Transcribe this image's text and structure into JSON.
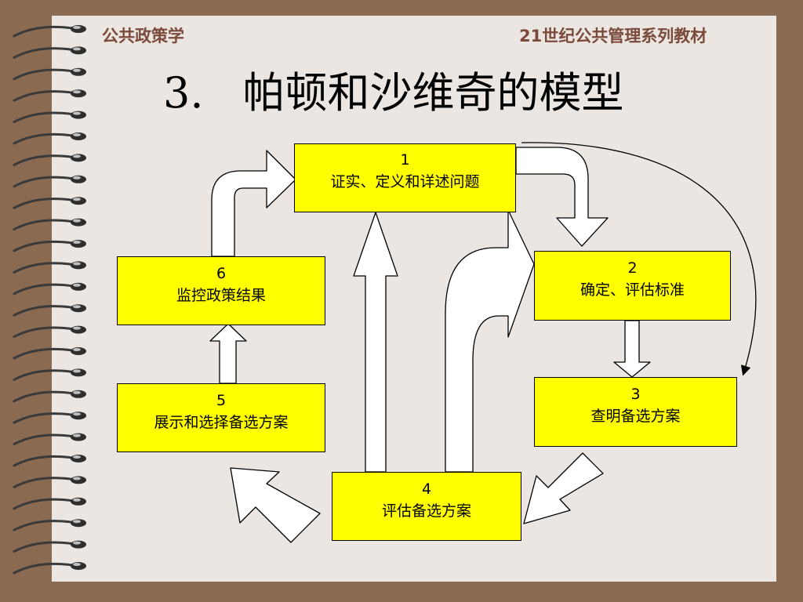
{
  "header": {
    "left": "公共政策学",
    "right": "21世纪公共管理系列教材"
  },
  "title": {
    "number": "3.",
    "text": "帕顿和沙维奇的模型"
  },
  "boxes": {
    "b1": {
      "number": "1",
      "label": "证实、定义和详述问题"
    },
    "b2": {
      "number": "2",
      "label": "确定、评估标准"
    },
    "b3": {
      "number": "3",
      "label": "查明备选方案"
    },
    "b4": {
      "number": "4",
      "label": "评估备选方案"
    },
    "b5": {
      "number": "5",
      "label": "展示和选择备选方案"
    },
    "b6": {
      "number": "6",
      "label": "监控政策结果"
    }
  }
}
